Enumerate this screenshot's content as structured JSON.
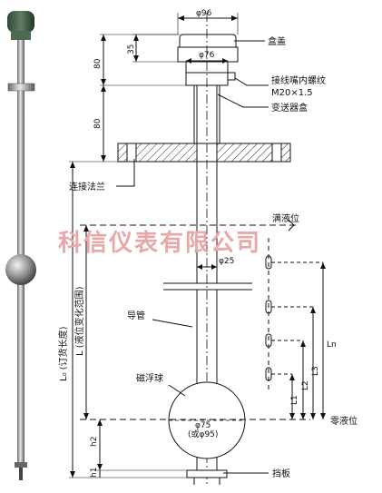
{
  "watermark": "科信仪表有限公司",
  "labels": {
    "box_cover": "盒盖",
    "thread_title": "接线嘴内螺纹",
    "thread_spec": "M20×1.5",
    "transmitter_box": "变送器盒",
    "flange": "连接法兰",
    "full_level": "满液位",
    "guide_tube": "导管",
    "float_ball": "磁浮球",
    "zero_level": "零液位",
    "baffle": "挡板",
    "order_length": "L₀ (订货长度)",
    "range_length": "L (液位变化范围)"
  },
  "dimensions": {
    "top_width": "φ96",
    "cover_dia": "φ76",
    "cover_h": "35",
    "upper_80": "80",
    "lower_80": "80",
    "tube_dia": "φ25",
    "ball_dia": "φ75",
    "ball_dia_alt": "(或φ95)",
    "h2": "h2",
    "h1": "h1",
    "Ln": "Ln",
    "L3": "L3",
    "L2": "L2",
    "L1": "L1"
  }
}
